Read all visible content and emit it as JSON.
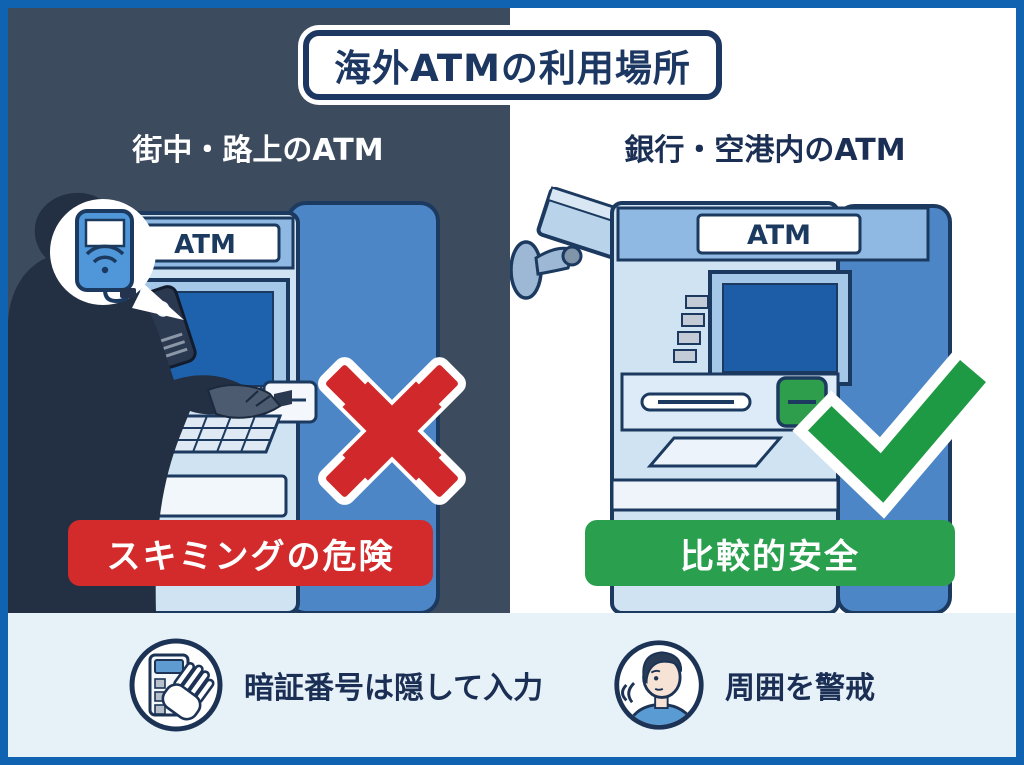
{
  "title": {
    "text": "海外ATMの利用場所"
  },
  "panels": {
    "left": {
      "heading": "街中・路上のATM",
      "atm_label": "ATM",
      "banner": "スキミングの危険",
      "verdict_icon": "cross-mark-icon",
      "scene_icons": [
        "thief-silhouette",
        "skimmer-device-speech-bubble",
        "skimmer-attached-to-atm",
        "atm-machine"
      ],
      "theme": {
        "bg": "#3d4b5e",
        "banner_bg": "#d32b2b",
        "heading_color": "#ffffff"
      }
    },
    "right": {
      "heading": "銀行・空港内のATM",
      "atm_label": "ATM",
      "banner": "比較的安全",
      "verdict_icon": "check-mark-icon",
      "scene_icons": [
        "security-camera",
        "atm-machine"
      ],
      "theme": {
        "bg": "#ffffff",
        "banner_bg": "#2aa04f",
        "heading_color": "#1b2f55"
      }
    }
  },
  "footer": {
    "bg": "#e7f1f8",
    "tips": [
      {
        "icon": "hand-covering-keypad-icon",
        "label": "暗証番号は隠して入力"
      },
      {
        "icon": "person-looking-around-icon",
        "label": "周囲を警戒"
      }
    ]
  },
  "colors": {
    "frame_border": "#1063b1",
    "navy_outline": "#1c3355",
    "danger_red": "#d1292b",
    "safe_green": "#1f9a44",
    "atm_body": "#cfe3f2",
    "atm_column": "#4c86c6",
    "atm_screen": "#1e62ad"
  }
}
